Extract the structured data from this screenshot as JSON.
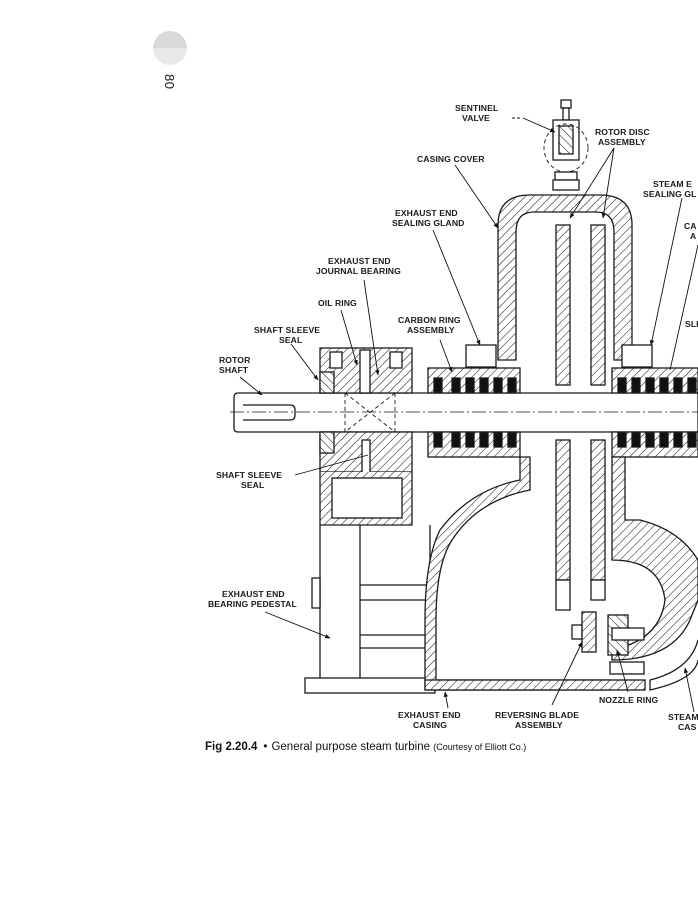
{
  "page": {
    "number": "80"
  },
  "figure": {
    "caption": {
      "figure_id": "Fig 2.20.4",
      "bullet": "•",
      "title": "General purpose steam turbine",
      "courtesy": "(Courtesy of Elliott Co.)"
    },
    "labels": {
      "sentinel_valve": [
        "SENTINEL",
        "VALVE"
      ],
      "rotor_disc_assembly": [
        "ROTOR DISC",
        "ASSEMBLY"
      ],
      "casing_cover": [
        "CASING COVER"
      ],
      "steam_end_sealing_gland": [
        "STEAM E",
        "SEALING GL"
      ],
      "exhaust_end_sealing_gland": [
        "EXHAUST END",
        "SEALING GLAND"
      ],
      "carbon_ring_assembly_right": [
        "CA",
        "A"
      ],
      "exhaust_end_journal_bearing": [
        "EXHAUST END",
        "JOURNAL BEARING"
      ],
      "oil_ring": [
        "OIL RING"
      ],
      "carbon_ring_assembly": [
        "CARBON RING",
        "ASSEMBLY"
      ],
      "shaft_sleeve_seal_top": [
        "SHAFT SLEEVE",
        "SEAL"
      ],
      "sleeve_right": [
        "SLI"
      ],
      "rotor_shaft": [
        "ROTOR",
        "SHAFT"
      ],
      "shaft_sleeve_seal_bottom": [
        "SHAFT SLEEVE",
        "SEAL"
      ],
      "exhaust_end_bearing_pedestal": [
        "EXHAUST END",
        "BEARING PEDESTAL"
      ],
      "nozzle_ring": [
        "NOZZLE RING"
      ],
      "exhaust_end_casing": [
        "EXHAUST END",
        "CASING"
      ],
      "reversing_blade_assembly": [
        "REVERSING BLADE",
        "ASSEMBLY"
      ],
      "steam_casing": [
        "STEAM",
        "CAS"
      ]
    }
  }
}
